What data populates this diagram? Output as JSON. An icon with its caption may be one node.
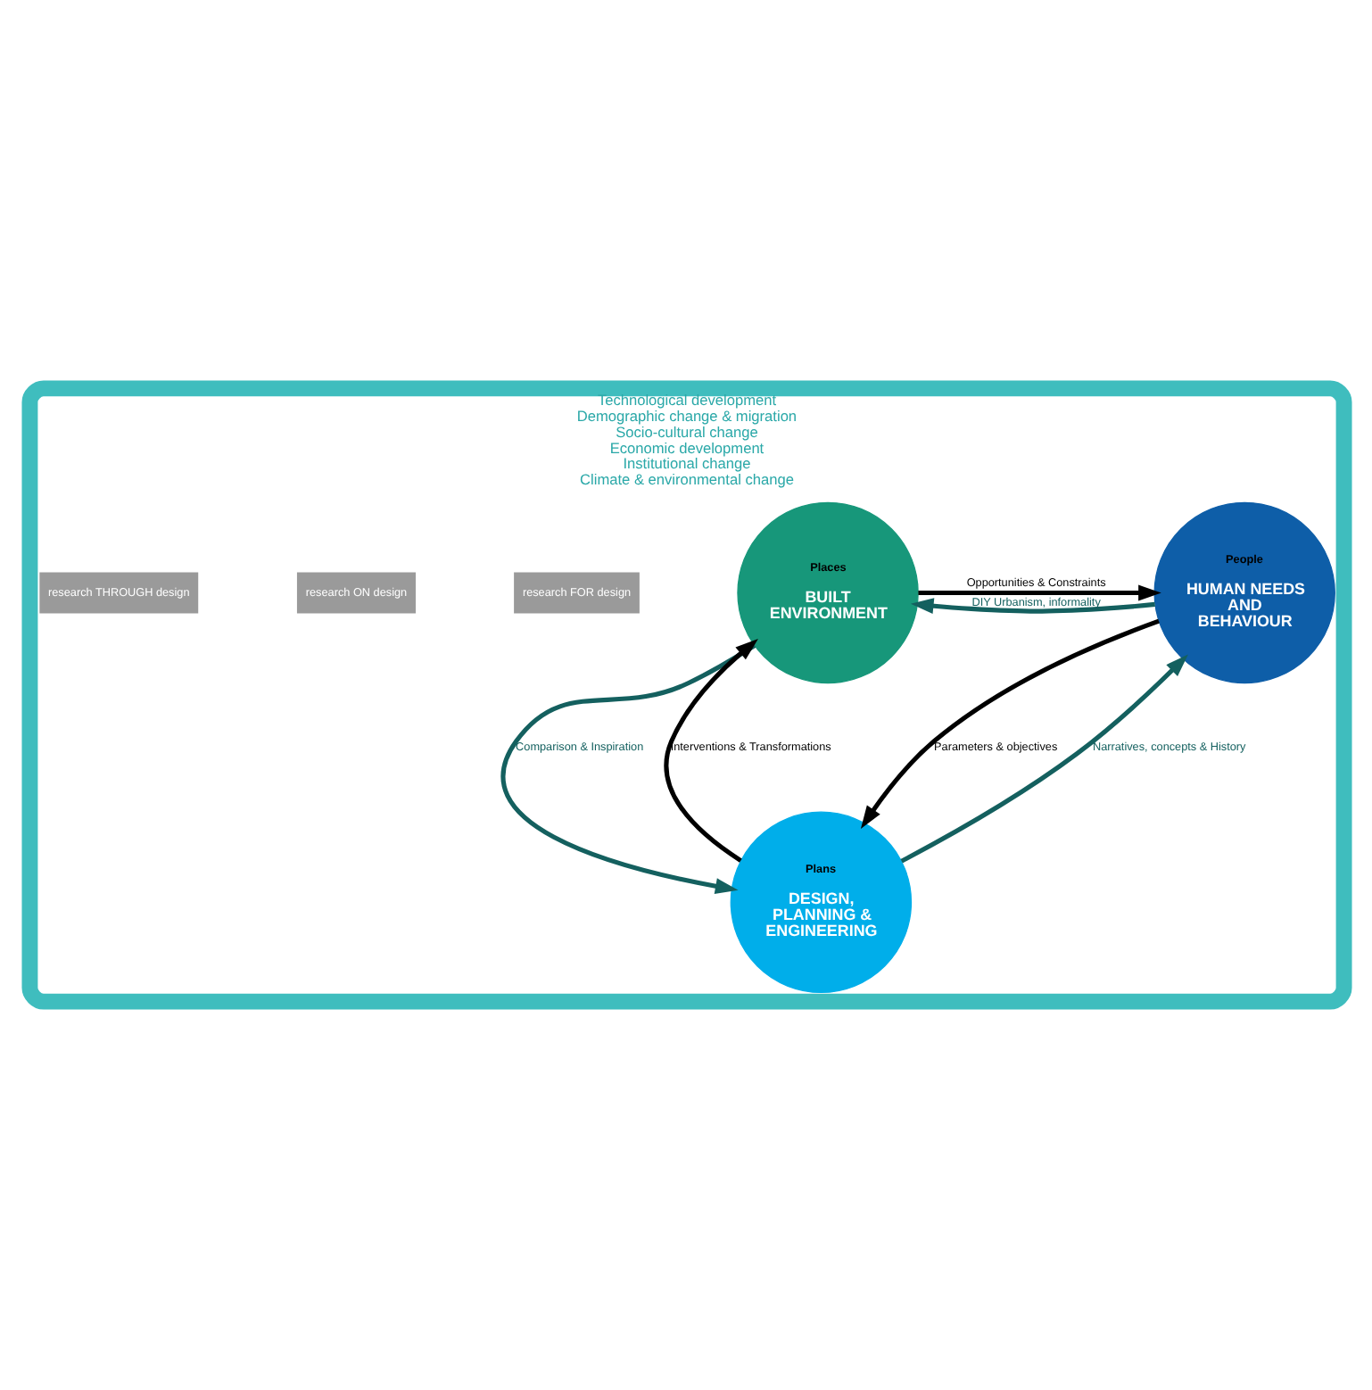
{
  "diagram": {
    "nodes": [
      {
        "text": [
          "Technological development",
          "Demographic change & migration",
          "Socio-cultural change",
          "Economic development",
          "Institutional change",
          "Climate & environmental change"
        ]
      },
      {
        "text": [
          "People",
          "HUMAN NEEDS AND BEHAVIOUR"
        ],
        "in": 0
      },
      {
        "text": [
          "Places",
          "BUILT ENVIRONMENT"
        ],
        "in": 0
      },
      {
        "text": [
          "Plans",
          "DESIGN, PLANNING & ENGINEERING"
        ],
        "in": 0
      }
    ],
    "edges": [
      {
        "from": 1,
        "to": 2,
        "arrow": "to",
        "label": "DIY Urbanism, informality",
        "color": "#14605f"
      },
      {
        "from": 2,
        "to": 1,
        "arrow": "to",
        "label": "Opportunities & Constraints",
        "color": "#000000"
      },
      {
        "from": 1,
        "to": 3,
        "arrow": "to",
        "label": "Parameters & objectives",
        "color": "#000000"
      },
      {
        "from": 3,
        "to": 1,
        "arrow": "to",
        "label": "Narratives, concepts & History",
        "color": "#14605f"
      },
      {
        "from": 3,
        "to": 2,
        "arrow": "to",
        "label": "Interventions & Transformations",
        "color": "#000000"
      },
      {
        "from": 2,
        "to": 3,
        "arrow": "to",
        "label": "Comparison & Inspiration",
        "color": "#14605f"
      }
    ],
    "labels": [
      "research FOR design",
      "research ON design",
      "research THROUGH design"
    ]
  }
}
